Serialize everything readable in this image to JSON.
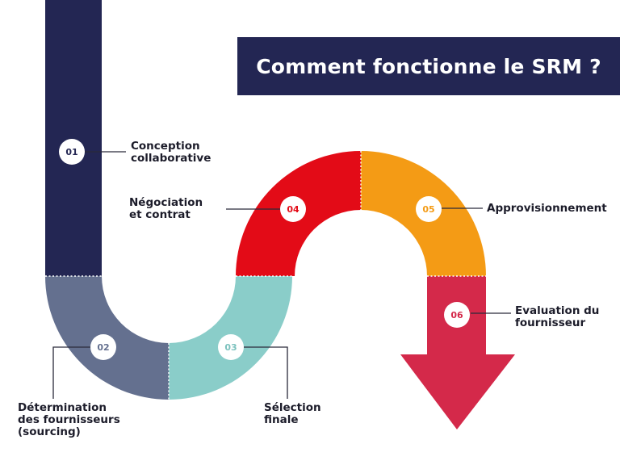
{
  "title": "Comment fonctionne le SRM ?",
  "colors": {
    "navy": "#232653",
    "slate": "#64708f",
    "teal": "#8acdc9",
    "red": "#e30b17",
    "orange": "#f49b15",
    "crimson": "#d4294a"
  },
  "steps": [
    {
      "number": "01",
      "label_lines": [
        "Conception",
        "collaborative"
      ]
    },
    {
      "number": "02",
      "label_lines": [
        "Détermination",
        "des fournisseurs",
        "(sourcing)"
      ]
    },
    {
      "number": "03",
      "label_lines": [
        "Sélection",
        "finale"
      ]
    },
    {
      "number": "04",
      "label_lines": [
        "Négociation",
        "et contrat"
      ]
    },
    {
      "number": "05",
      "label_lines": [
        "Approvisionnement"
      ]
    },
    {
      "number": "06",
      "label_lines": [
        "Evaluation du",
        "fournisseur"
      ]
    }
  ]
}
